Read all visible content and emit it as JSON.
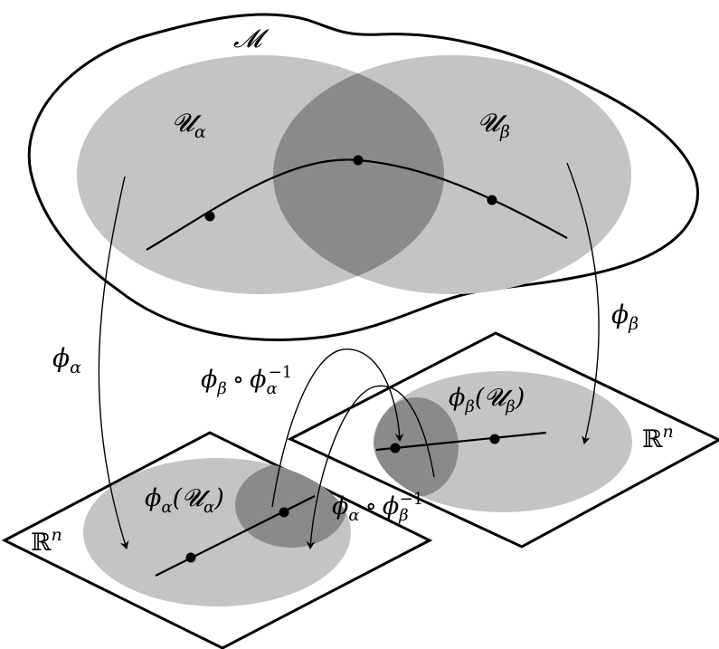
{
  "labels": {
    "manifold": "𝓜",
    "u_alpha": "𝓤",
    "u_alpha_sub": "α",
    "u_beta": "𝓤",
    "u_beta_sub": "β",
    "phi_alpha": "ϕ",
    "phi_alpha_sub": "α",
    "phi_beta": "ϕ",
    "phi_beta_sub": "β",
    "transition_top_phi": "ϕ",
    "transition_top_phi_sub": "β",
    "transition_top_circ": "∘",
    "transition_top_inv": "ϕ",
    "transition_top_inv_sub": "α",
    "transition_top_inv_sup": "−1",
    "transition_bottom_phi": "ϕ",
    "transition_bottom_phi_sub": "α",
    "transition_bottom_circ": "∘",
    "transition_bottom_inv": "ϕ",
    "transition_bottom_inv_sub": "β",
    "transition_bottom_inv_sup": "−1",
    "image_alpha": "ϕ",
    "image_alpha_sub": "α",
    "image_alpha_paren_open": "(𝓤",
    "image_alpha_paren_sub": "α",
    "image_alpha_paren_close": ")",
    "image_beta": "ϕ",
    "image_beta_sub": "β",
    "image_beta_paren_open": "(𝓤",
    "image_beta_paren_sub": "β",
    "image_beta_paren_close": ")",
    "rn_left": "ℝ",
    "rn_left_sup": "n",
    "rn_right": "ℝ",
    "rn_right_sup": "n"
  },
  "colors": {
    "region_light": "#c4c4c4",
    "region_overlap": "#8a8a8a",
    "stroke": "#000000",
    "background": "#ffffff"
  }
}
